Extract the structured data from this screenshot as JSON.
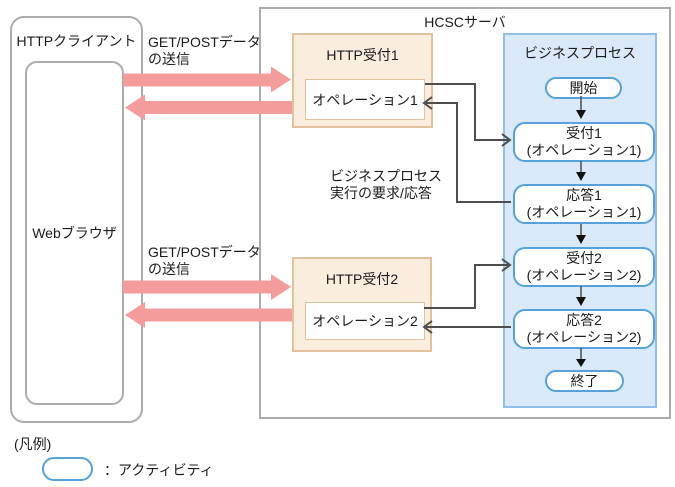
{
  "colors": {
    "arrow_pink": "#F49C9C",
    "reception_fill": "#FAEDDD",
    "reception_border": "#E2C29C",
    "process_fill": "#D9E9F9",
    "process_border": "#92BFEA",
    "activity_border": "#55A1DC",
    "box_border_gray": "#ABABAB",
    "connector_gray": "#4D4D4D"
  },
  "client": {
    "title": "HTTPクライアント",
    "browser_label": "Webブラウザ"
  },
  "server": {
    "title": "HCSCサーバ"
  },
  "reception1": {
    "title": "HTTP受付1",
    "operation_label": "オペレーション1"
  },
  "reception2": {
    "title": "HTTP受付2",
    "operation_label": "オペレーション2"
  },
  "business_process": {
    "title": "ビジネスプロセス",
    "activities": [
      {
        "line1": "開始"
      },
      {
        "line1": "受付1",
        "line2": "(オペレーション1)"
      },
      {
        "line1": "応答1",
        "line2": "(オペレーション1)"
      },
      {
        "line1": "受付2",
        "line2": "(オペレーション2)"
      },
      {
        "line1": "応答2",
        "line2": "(オペレーション2)"
      },
      {
        "line1": "終了"
      }
    ]
  },
  "labels": {
    "get_post_1": {
      "line1": "GET/POSTデータ",
      "line2": "の送信"
    },
    "get_post_2": {
      "line1": "GET/POSTデータ",
      "line2": "の送信"
    },
    "bp_exec": {
      "line1": "ビジネスプロセス",
      "line2": "実行の要求/応答"
    }
  },
  "legend": {
    "caption": "(凡例)",
    "activity_label": "：アクティビティ"
  }
}
